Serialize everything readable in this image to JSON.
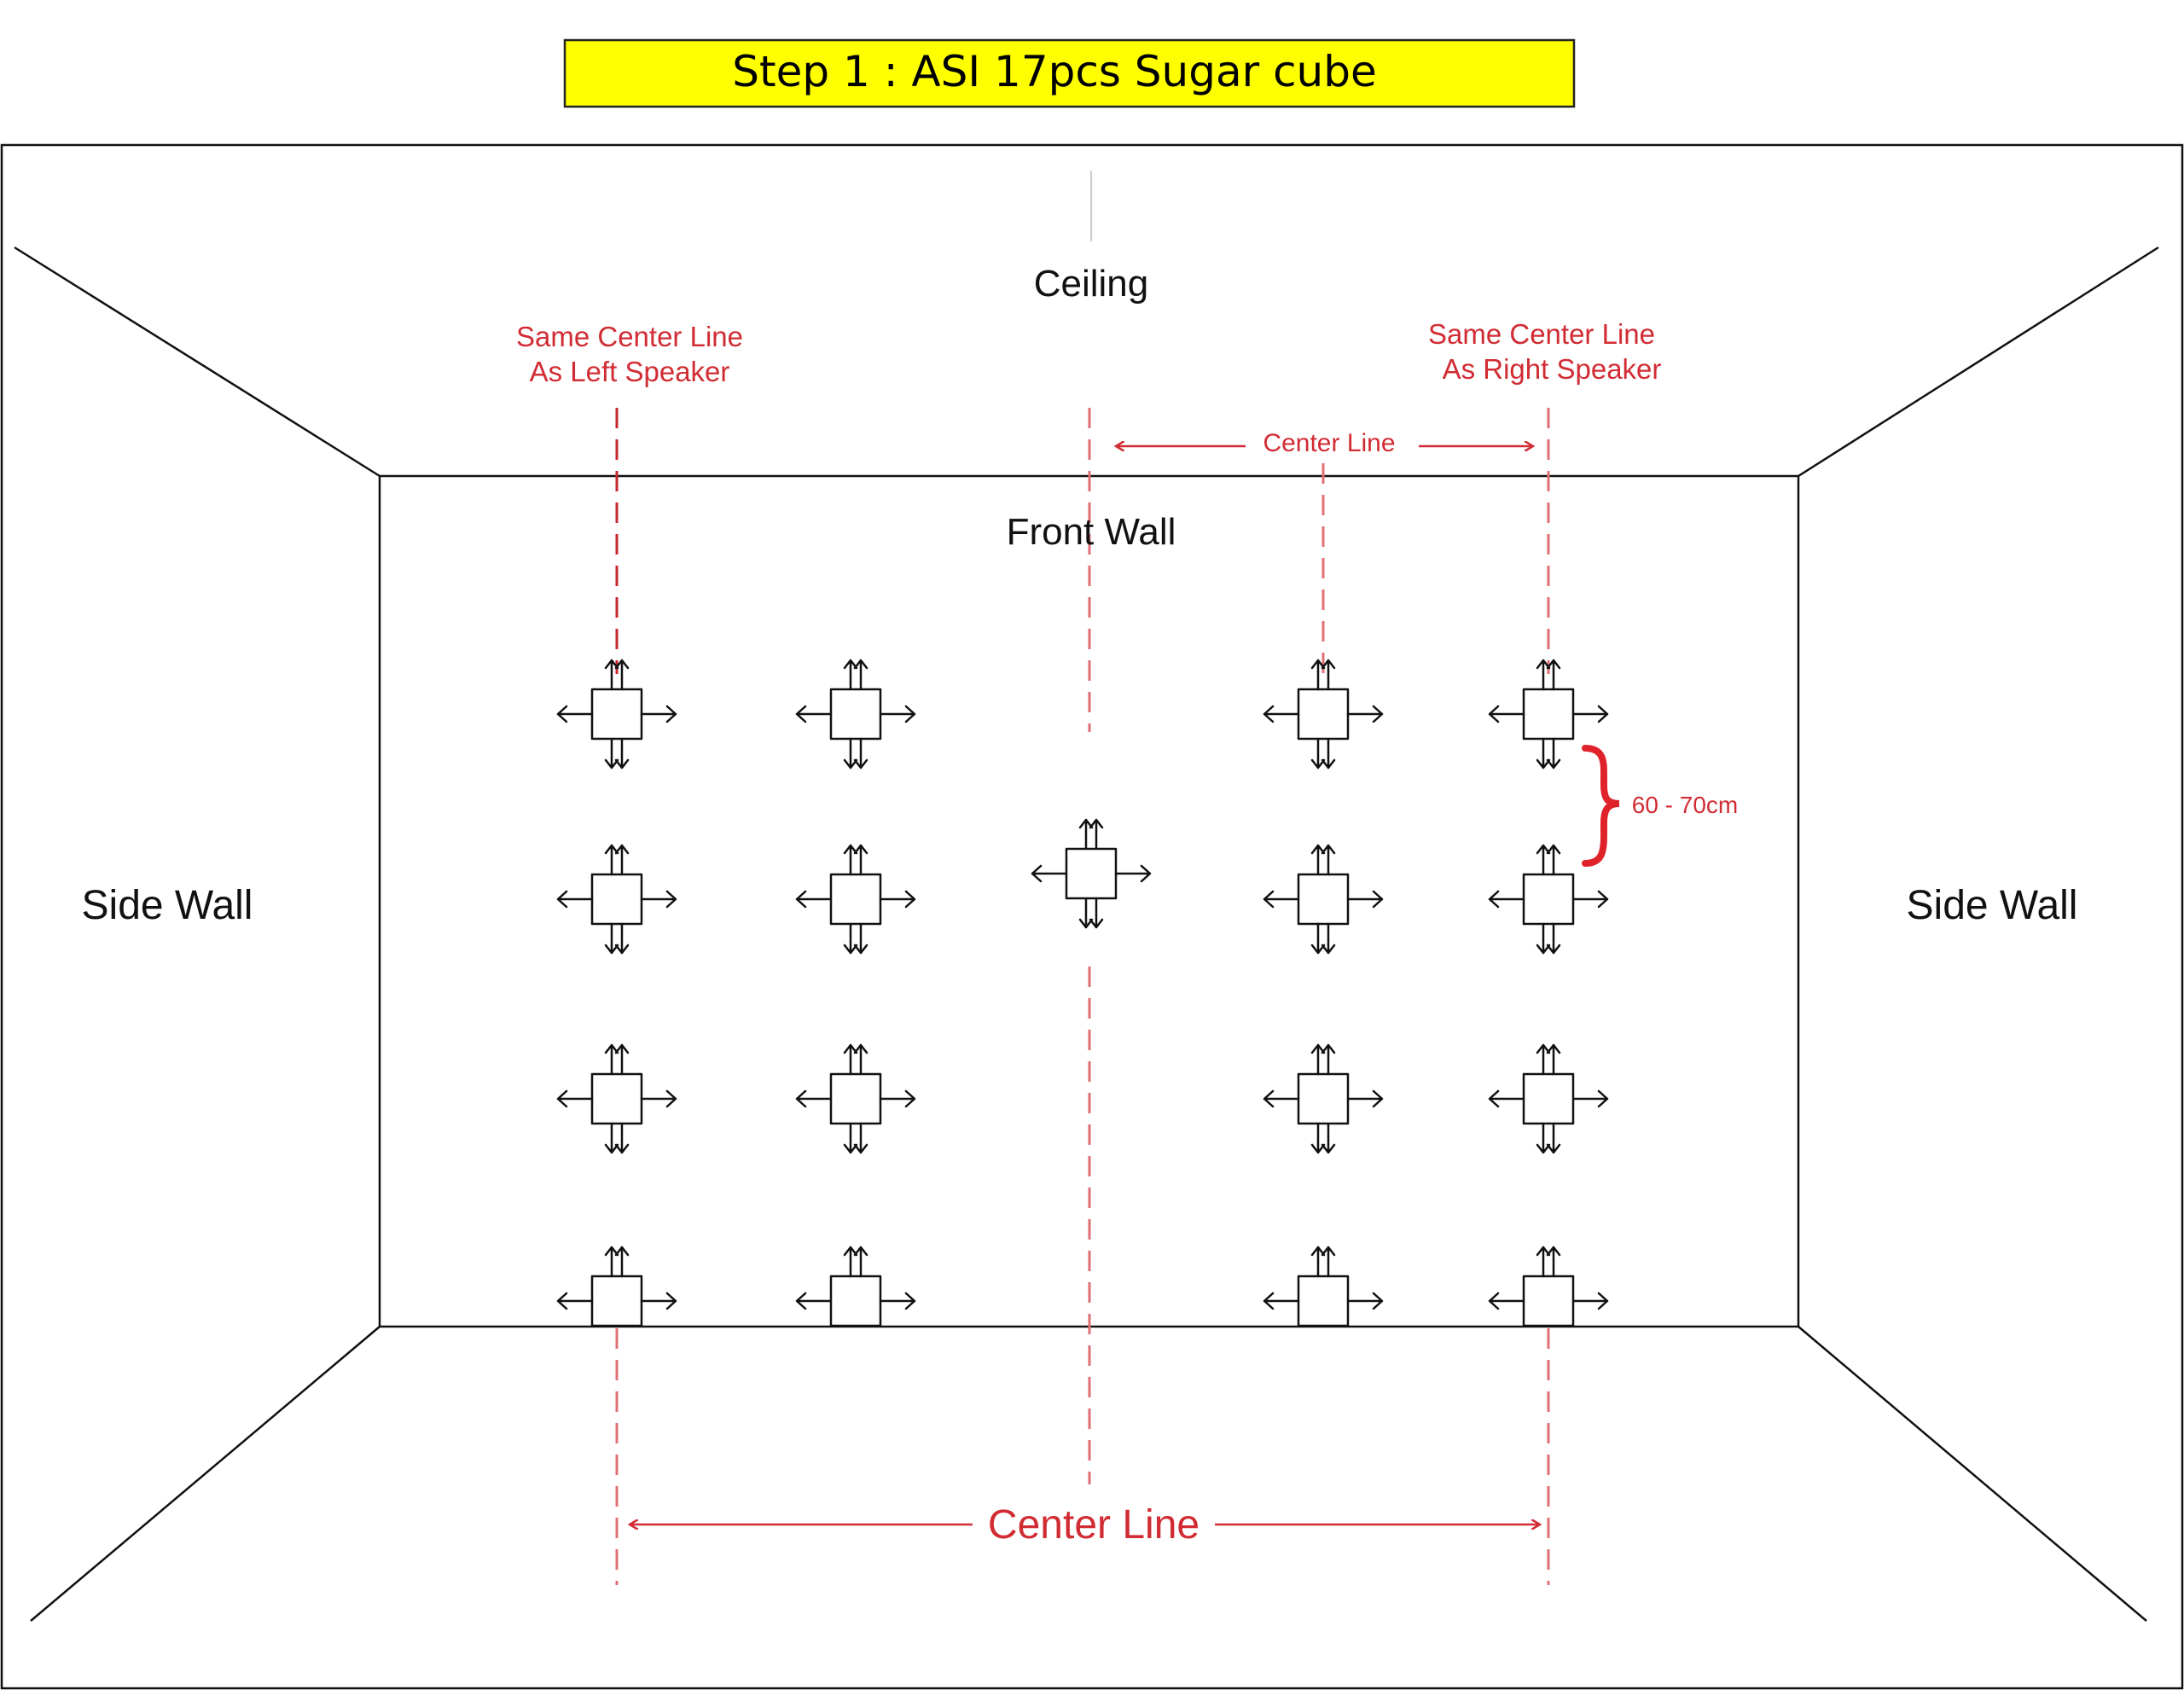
{
  "title": "Step 1 : ASI 17pcs Sugar cube",
  "labels": {
    "ceiling": "Ceiling",
    "front_wall": "Front Wall",
    "side_wall_left": "Side Wall",
    "side_wall_right": "Side Wall",
    "left_note_line1": "Same Center Line",
    "left_note_line2": "As Left Speaker",
    "right_note_line1": "Same Center Line",
    "right_note_line2": "As Right Speaker",
    "center_line_top": "Center Line",
    "center_line_bottom": "Center Line",
    "spacing": "60 - 70cm"
  },
  "cube_count": 17,
  "colors": {
    "title_background": "#ffff00",
    "accent_red": "#d12c33",
    "dashed_line": "#e07075",
    "outline": "#111111"
  },
  "icons": {
    "cube": "sugar-cube-square-icon",
    "diffusion": "four-direction-arrows-icon"
  }
}
